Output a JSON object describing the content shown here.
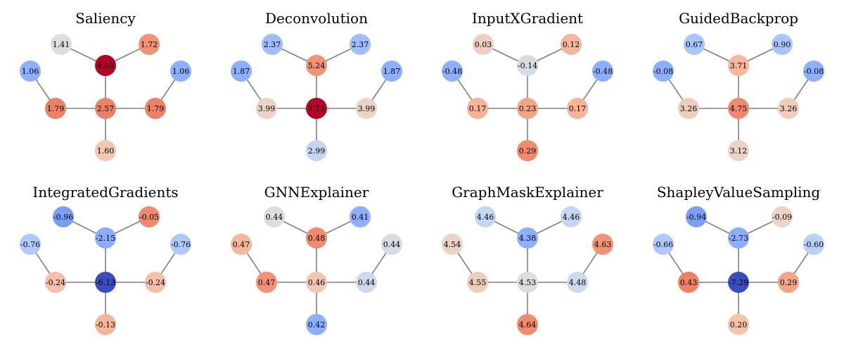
{
  "panels": [
    {
      "title": "Saliency",
      "nodes": [
        {
          "label": "1.41",
          "color": "#dcdddd"
        },
        {
          "label": "4.03",
          "color": "#b40426"
        },
        {
          "label": "1.72",
          "color": "#f29274"
        },
        {
          "label": "1.06",
          "color": "#8caffe"
        },
        {
          "label": "1.06",
          "color": "#8caffe"
        },
        {
          "label": "1.79",
          "color": "#ec8165"
        },
        {
          "label": "2.57",
          "color": "#ec8165"
        },
        {
          "label": "1.79",
          "color": "#ec8165"
        },
        {
          "label": "1.60",
          "color": "#f3c7b1"
        }
      ]
    },
    {
      "title": "Deconvolution",
      "nodes": [
        {
          "label": "2.37",
          "color": "#9ebeff"
        },
        {
          "label": "5.24",
          "color": "#f29274"
        },
        {
          "label": "2.37",
          "color": "#9ebeff"
        },
        {
          "label": "1.87",
          "color": "#8caffe"
        },
        {
          "label": "1.87",
          "color": "#8caffe"
        },
        {
          "label": "3.99",
          "color": "#ecd3c5"
        },
        {
          "label": "7.11",
          "color": "#b40426"
        },
        {
          "label": "3.99",
          "color": "#ecd3c5"
        },
        {
          "label": "2.99",
          "color": "#c5d6f2"
        }
      ]
    },
    {
      "title": "InputXGradient",
      "nodes": [
        {
          "label": "0.03",
          "color": "#efcfbf"
        },
        {
          "label": "-0.14",
          "color": "#d6dce4"
        },
        {
          "label": "0.12",
          "color": "#f4b99c"
        },
        {
          "label": "-0.48",
          "color": "#8caffe"
        },
        {
          "label": "-0.48",
          "color": "#8caffe"
        },
        {
          "label": "0.17",
          "color": "#f6b396"
        },
        {
          "label": "0.23",
          "color": "#f4a584"
        },
        {
          "label": "0.17",
          "color": "#f6b396"
        },
        {
          "label": "0.29",
          "color": "#ef8a6c"
        }
      ]
    },
    {
      "title": "GuidedBackprop",
      "nodes": [
        {
          "label": "0.67",
          "color": "#a7c5fe"
        },
        {
          "label": "3.71",
          "color": "#f6b79b"
        },
        {
          "label": "0.90",
          "color": "#a7c5fe"
        },
        {
          "label": "-0.08",
          "color": "#8caffe"
        },
        {
          "label": "-0.08",
          "color": "#8caffe"
        },
        {
          "label": "3.26",
          "color": "#efcdbb"
        },
        {
          "label": "4.75",
          "color": "#ef8a6c"
        },
        {
          "label": "3.26",
          "color": "#efcdbb"
        },
        {
          "label": "3.12",
          "color": "#ecd3c5"
        }
      ]
    },
    {
      "title": "IntegratedGradients",
      "nodes": [
        {
          "label": "-0.96",
          "color": "#7b9ff9"
        },
        {
          "label": "-2.15",
          "color": "#8badfd"
        },
        {
          "label": "-0.05",
          "color": "#ef8a6c"
        },
        {
          "label": "-0.76",
          "color": "#aec9fc"
        },
        {
          "label": "-0.76",
          "color": "#aec9fc"
        },
        {
          "label": "-0.24",
          "color": "#f5c0a7"
        },
        {
          "label": "-6.13",
          "color": "#3b4cc0"
        },
        {
          "label": "-0.24",
          "color": "#f5c0a7"
        },
        {
          "label": "-0.13",
          "color": "#f5b698"
        }
      ]
    },
    {
      "title": "GNNExplainer",
      "nodes": [
        {
          "label": "0.44",
          "color": "#dcdddd"
        },
        {
          "label": "0.48",
          "color": "#ef8a6c"
        },
        {
          "label": "0.41",
          "color": "#8caffe"
        },
        {
          "label": "0.47",
          "color": "#f6b79b"
        },
        {
          "label": "0.44",
          "color": "#d6dce4"
        },
        {
          "label": "0.47",
          "color": "#f29274"
        },
        {
          "label": "0.46",
          "color": "#f3c7b1"
        },
        {
          "label": "0.44",
          "color": "#cdd9ec"
        },
        {
          "label": "0.42",
          "color": "#8caffe"
        }
      ]
    },
    {
      "title": "GraphMaskExplainer",
      "nodes": [
        {
          "label": "4.46",
          "color": "#c5d6f2"
        },
        {
          "label": "4.38",
          "color": "#8caffe"
        },
        {
          "label": "4.46",
          "color": "#c5d6f2"
        },
        {
          "label": "4.54",
          "color": "#ecd3c5"
        },
        {
          "label": "4.63",
          "color": "#f29274"
        },
        {
          "label": "4.55",
          "color": "#efcdbb"
        },
        {
          "label": "4.53",
          "color": "#dcdddd"
        },
        {
          "label": "4.48",
          "color": "#cdd9ec"
        },
        {
          "label": "4.64",
          "color": "#ef8a6c"
        }
      ]
    },
    {
      "title": "ShapleyValueSampling",
      "nodes": [
        {
          "label": "-0.94",
          "color": "#7b9ff9"
        },
        {
          "label": "-2.73",
          "color": "#8badfd"
        },
        {
          "label": "-0.09",
          "color": "#ecd3c5"
        },
        {
          "label": "-0.66",
          "color": "#aec9fc"
        },
        {
          "label": "-0.60",
          "color": "#b9d0f9"
        },
        {
          "label": "0.43",
          "color": "#ec8165"
        },
        {
          "label": "-7.29",
          "color": "#3b4cc0"
        },
        {
          "label": "0.29",
          "color": "#f4a584"
        },
        {
          "label": "0.20",
          "color": "#f6c4a8"
        }
      ]
    }
  ]
}
